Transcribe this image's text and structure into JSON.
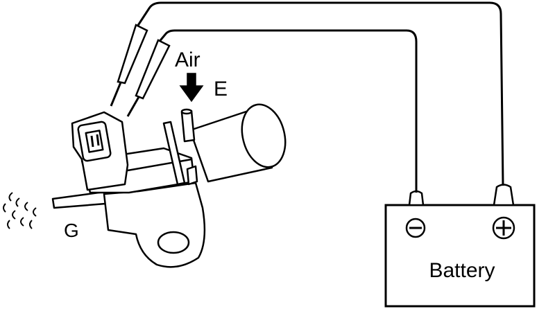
{
  "labels": {
    "air": "Air",
    "port_e": "E",
    "port_g": "G",
    "battery": "Battery",
    "negative": "−",
    "positive": "+"
  },
  "colors": {
    "line": "#000000",
    "background": "#ffffff"
  }
}
